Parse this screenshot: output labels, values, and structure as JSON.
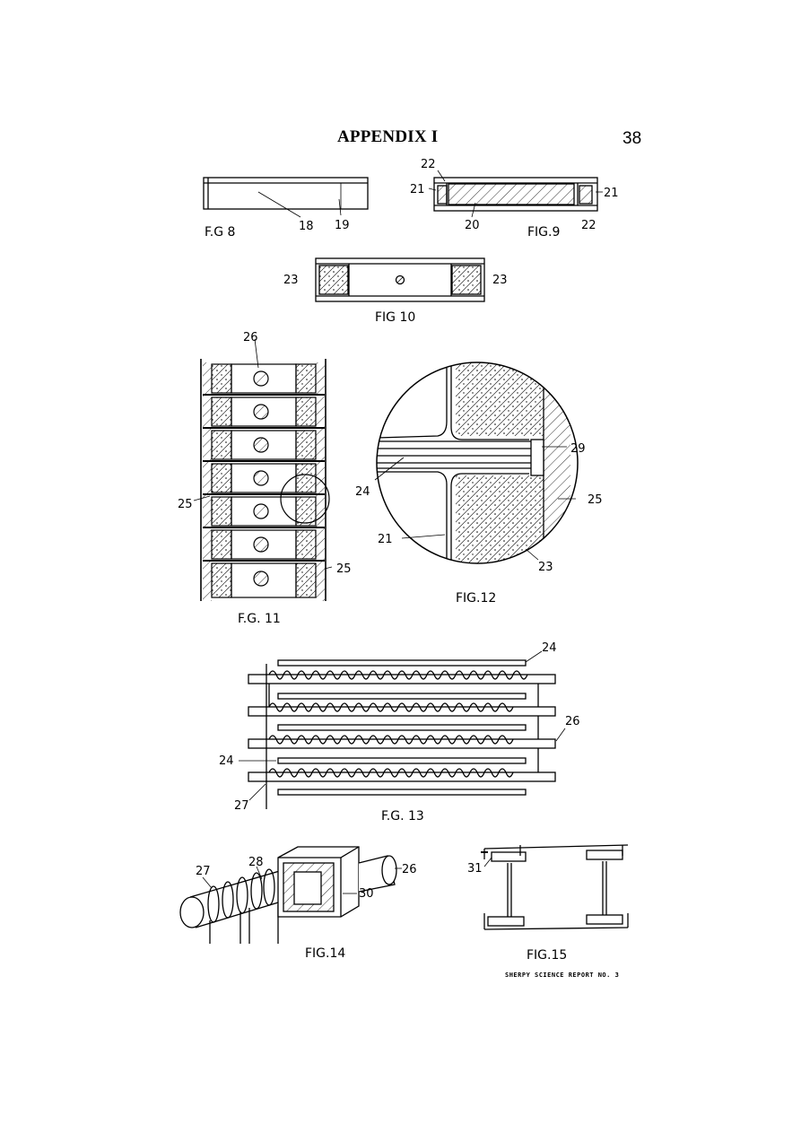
{
  "page": {
    "title": "APPENDIX I",
    "page_number": "38",
    "footer": "SHERPY SCIENCE REPORT NO. 3"
  },
  "figures": {
    "fig8": {
      "caption": "F.G 8",
      "labels": [
        "18",
        "19"
      ]
    },
    "fig9": {
      "caption": "FIG.9",
      "labels": [
        "22",
        "21",
        "21",
        "20",
        "22"
      ]
    },
    "fig10": {
      "caption": "FIG 10",
      "labels": [
        "23",
        "23"
      ]
    },
    "fig11": {
      "caption": "F.G. 11",
      "labels": [
        "26",
        "25",
        "25"
      ]
    },
    "fig12": {
      "caption": "FIG.12",
      "labels": [
        "29",
        "24",
        "25",
        "21",
        "23"
      ]
    },
    "fig13": {
      "caption": "F.G. 13",
      "labels": [
        "24",
        "26",
        "24",
        "27"
      ]
    },
    "fig14": {
      "caption": "FIG.14",
      "labels": [
        "27",
        "28",
        "26",
        "30"
      ]
    },
    "fig15": {
      "caption": "FIG.15",
      "labels": [
        "31"
      ]
    }
  }
}
